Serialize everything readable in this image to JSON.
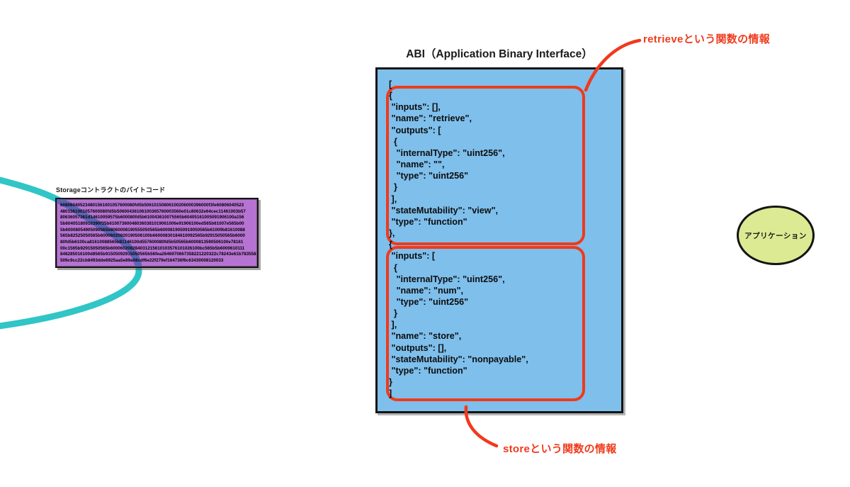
{
  "diagram": {
    "bytecode": {
      "label": "Storageコントラクトのバイトコード",
      "lines": [
        "608060405234801561001057600080fd5b50610150806100206000396000f3fe60806040523",
        "4801561001057600080fd5b50600436106100365760003560e01c80632e64cec11461003b57",
        "80636057361d14610059575b600080fd5b610043610075565b60405161005091906100a156",
        "5b60405180910390f35b610073600480360381019061006e91906100ed565b61007e565b00",
        "5b60008054905090565b8060008190555050565b6000819050919050565b61009b81610088",
        "565b82525050565b60006020820190506100b66000830184610092565b92915050565b6000",
        "80fd5b6100ca81610088565b81146100d557600080fd5b50565b6000813590506100e78161",
        "00c1565b92915050565b600060208284031215610103576101026100bc565b5b6000610111",
        "848285016100d8565b91505092915050565b56fea2646970667358221220322c78243e61b783558",
        "509c9cc22cb8493dde6925aa5e89a08cdf6e22f279ef164736f6c63430008120033"
      ]
    },
    "abi": {
      "title": "ABI（Application Binary Interface）",
      "lines": [
        "[",
        "{",
        " \"inputs\": [],",
        " \"name\": \"retrieve\",",
        " \"outputs\": [",
        "  {",
        "   \"internalType\": \"uint256\",",
        "   \"name\": \"\",",
        "   \"type\": \"uint256\"",
        "  }",
        " ],",
        " \"stateMutability\": \"view\",",
        " \"type\": \"function\"",
        "},",
        "{",
        " \"inputs\": [",
        "  {",
        "   \"internalType\": \"uint256\",",
        "   \"name\": \"num\",",
        "   \"type\": \"uint256\"",
        "  }",
        " ],",
        " \"name\": \"store\",",
        " \"outputs\": [],",
        " \"stateMutability\": \"nonpayable\",",
        " \"type\": \"function\"",
        "}",
        "]"
      ]
    },
    "annotations": {
      "retrieve": "retrieveという関数の情報",
      "store": "storeという関数の情報"
    },
    "application": {
      "label": "アプリケーション"
    },
    "colors": {
      "abi_box_fill": "#7ebfec",
      "bytecode_box_fill": "#b673d2",
      "highlight_red": "#f03a1c",
      "curve_cyan": "#30c5c6",
      "curve_overlap": "#5e64b6",
      "app_ellipse_fill": "#dcea93"
    }
  }
}
